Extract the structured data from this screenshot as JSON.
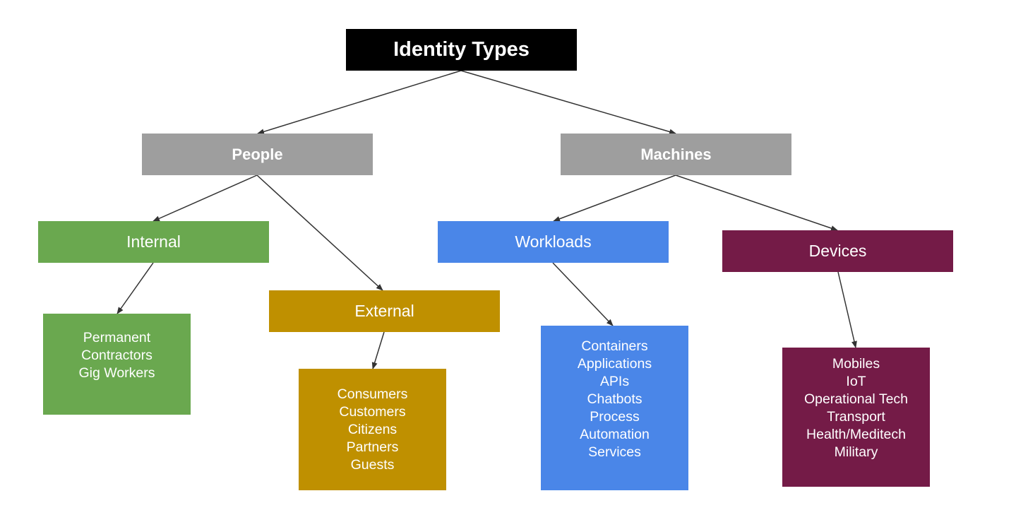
{
  "colors": {
    "root": "#000000",
    "category": "#9e9e9e",
    "internal": "#6aa84f",
    "external": "#bf9000",
    "workloads": "#4a86e8",
    "devices": "#741b47",
    "arrow": "#333333",
    "text": "#ffffff"
  },
  "root": {
    "label": "Identity Types"
  },
  "people": {
    "label": "People",
    "internal": {
      "label": "Internal",
      "items": [
        "Permanent",
        "Contractors",
        "Gig Workers"
      ]
    },
    "external": {
      "label": "External",
      "items": [
        "Consumers",
        "Customers",
        "Citizens",
        "Partners",
        "Guests"
      ]
    }
  },
  "machines": {
    "label": "Machines",
    "workloads": {
      "label": "Workloads",
      "items": [
        "Containers",
        "Applications",
        "APIs",
        "Chatbots",
        "Process",
        "Automation",
        "Services"
      ]
    },
    "devices": {
      "label": "Devices",
      "items": [
        "Mobiles",
        "IoT",
        "Operational Tech",
        "Transport",
        "Health/Meditech",
        "Military"
      ]
    }
  }
}
